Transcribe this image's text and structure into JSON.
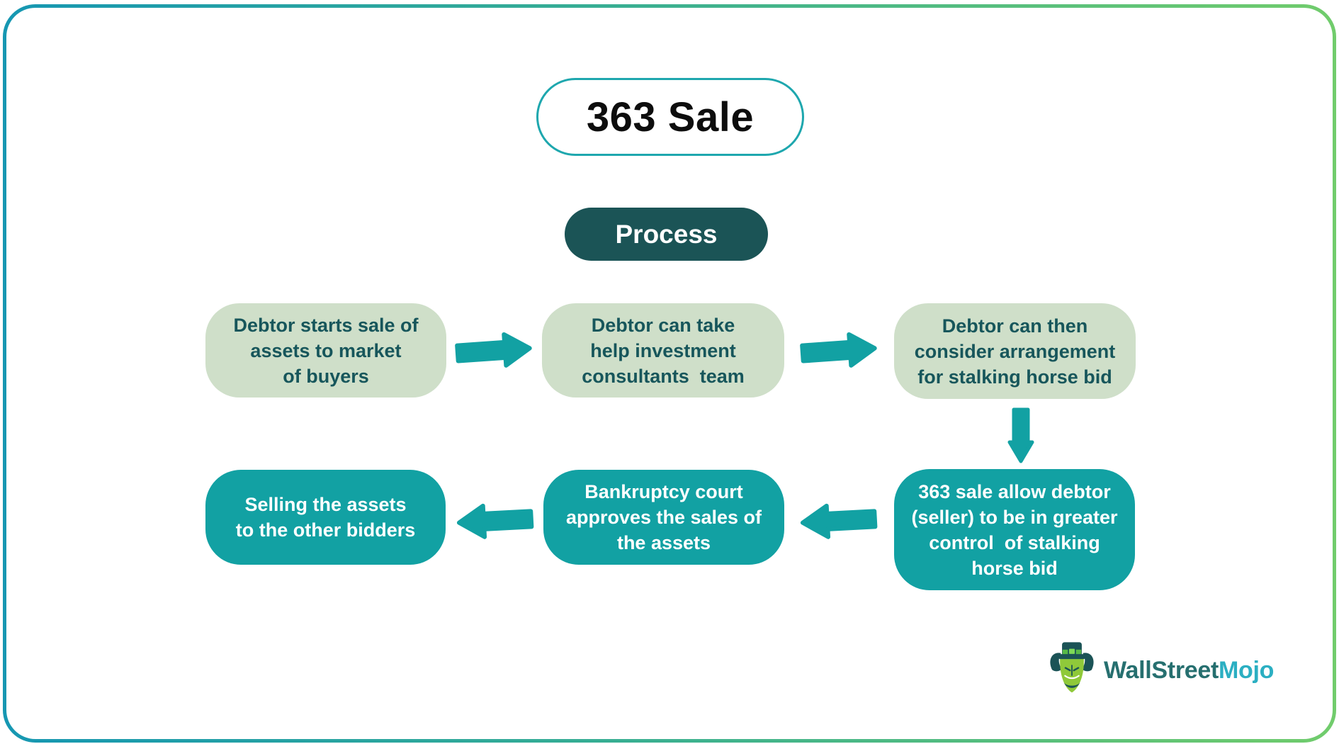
{
  "diagram": {
    "title": "363 Sale",
    "badge_label": "Process",
    "steps": [
      {
        "id": "step-1",
        "variant": "light",
        "text": "Debtor starts sale of\nassets to market\nof buyers"
      },
      {
        "id": "step-2",
        "variant": "light",
        "text": "Debtor can take\nhelp investment\nconsultants  team"
      },
      {
        "id": "step-3",
        "variant": "light",
        "text": "Debtor can then\nconsider arrangement\nfor stalking horse bid"
      },
      {
        "id": "step-4",
        "variant": "teal",
        "text": "363 sale allow debtor\n(seller) to be in greater\ncontrol  of stalking\nhorse bid"
      },
      {
        "id": "step-5",
        "variant": "teal",
        "text": "Bankruptcy court\napproves the sales of\nthe assets"
      },
      {
        "id": "step-6",
        "variant": "teal",
        "text": "Selling the assets\nto the other bidders"
      }
    ],
    "arrows": [
      {
        "name": "arrow-right-icon",
        "from": "step-1",
        "to": "step-2"
      },
      {
        "name": "arrow-right-icon",
        "from": "step-2",
        "to": "step-3"
      },
      {
        "name": "arrow-down-icon",
        "from": "step-3",
        "to": "step-4"
      },
      {
        "name": "arrow-left-icon",
        "from": "step-4",
        "to": "step-5"
      },
      {
        "name": "arrow-left-icon",
        "from": "step-5",
        "to": "step-6"
      }
    ]
  },
  "logo": {
    "part1": "WallStreet",
    "part2": "Mojo",
    "mascot": "bull-with-top-hat-icon"
  },
  "colors": {
    "teal_primary": "#12A1A3",
    "sage_light": "#CFDFC9",
    "badge_dark_teal": "#1B5456",
    "step_text_dark": "#17565B",
    "title_pill_border": "#1EA7AE",
    "frame_gradient_start": "#1697B2",
    "frame_gradient_end": "#71CC6C",
    "logo_dark": "#266F6F",
    "logo_accent": "#2BAFC2"
  }
}
